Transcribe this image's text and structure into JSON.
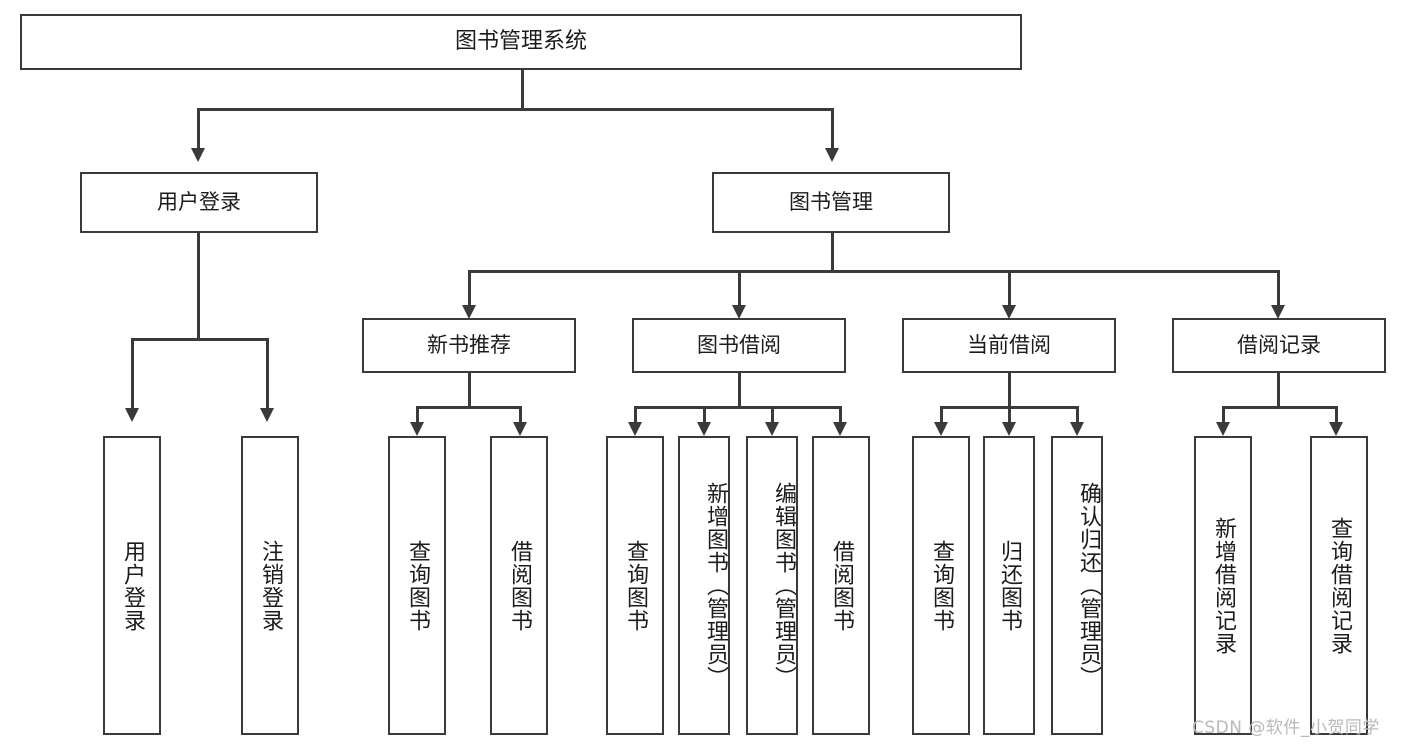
{
  "diagram": {
    "type": "tree",
    "title": "图书管理系统",
    "watermark": "CSDN @软件_小贺同学",
    "colors": {
      "box_border": "#3a3a3a",
      "box_fill": "#ffffff",
      "connector": "#3a3a3a",
      "text": "#1c1c1c",
      "watermark": "#b9b9b9",
      "background": "#ffffff"
    },
    "nodes": {
      "root": {
        "label": "图书管理系统"
      },
      "level2": [
        {
          "label": "用户登录"
        },
        {
          "label": "图书管理"
        }
      ],
      "level3": [
        {
          "label": "新书推荐"
        },
        {
          "label": "图书借阅"
        },
        {
          "label": "当前借阅"
        },
        {
          "label": "借阅记录"
        }
      ],
      "leaves": {
        "user_login": [
          {
            "label": "用户登录"
          },
          {
            "label": "注销登录"
          }
        ],
        "new_book": [
          {
            "label": "查询图书"
          },
          {
            "label": "借阅图书"
          }
        ],
        "book_borrow": [
          {
            "label": "查询图书"
          },
          {
            "label": "新增图书（管理员）"
          },
          {
            "label": "编辑图书（管理员）"
          },
          {
            "label": "借阅图书"
          }
        ],
        "current_borrow": [
          {
            "label": "查询图书"
          },
          {
            "label": "归还图书"
          },
          {
            "label": "确认归还（管理员）"
          }
        ],
        "borrow_record": [
          {
            "label": "新增借阅记录"
          },
          {
            "label": "查询借阅记录"
          }
        ]
      }
    }
  }
}
